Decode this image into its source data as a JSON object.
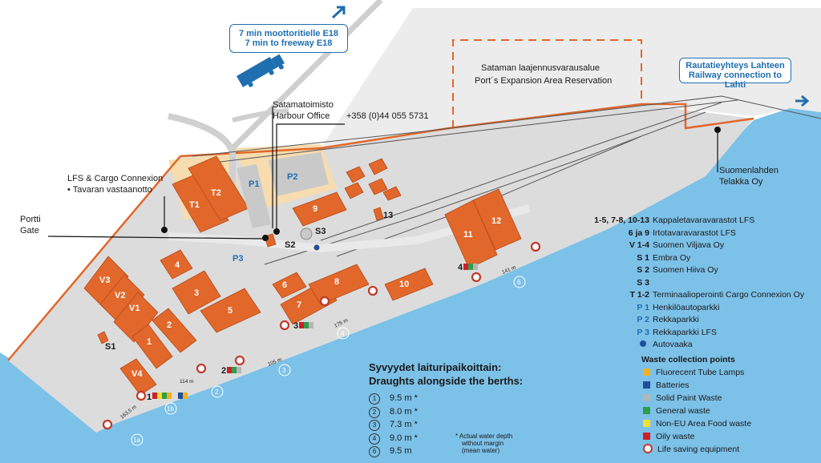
{
  "freeway_box": {
    "line1": "7 min moottoritielle E18",
    "line2": "7 min to freeway E18"
  },
  "railway_box": {
    "line1": "Rautatieyhteys Lahteen",
    "line2": "Railway connection to Lahti"
  },
  "expansion": {
    "line1": "Sataman laajennusvarausalue",
    "line2": "Port´s Expansion Area Reservation"
  },
  "harbour_office": {
    "line1": "Satamatoimisto",
    "line2": "Harbour Office",
    "phone": "+358 (0)44 055 5731"
  },
  "lfs_cargo": {
    "line1": "LFS & Cargo Connexion",
    "line2": "• Tavaran vastaanotto"
  },
  "gate": {
    "line1": "Portti",
    "line2": "Gate"
  },
  "telakka": {
    "line1": "Suomenlahden",
    "line2": "Telakka Oy"
  },
  "buildings": {
    "t1": "T1",
    "t2": "T2",
    "p1": "P1",
    "p2": "P2",
    "p3": "P3",
    "b9": "9",
    "b13": "13",
    "s3": "S3",
    "s2": "S2",
    "b11": "11",
    "b12": "12",
    "b4": "4",
    "v3": "V3",
    "v2": "V2",
    "v1": "V1",
    "b3": "3",
    "b5": "5",
    "b2": "2",
    "b1": "1",
    "s1": "S1",
    "v4": "V4",
    "b6": "6",
    "b7": "7",
    "b8": "8",
    "b10": "10"
  },
  "berths": {
    "b1": "1",
    "b2": "2",
    "b3": "3",
    "b4": "4",
    "c1a": "1a",
    "c1b": "1b",
    "c2": "2",
    "c3": "3",
    "c4": "4",
    "c6": "6",
    "m1": "163,5 m",
    "m2": "114 m",
    "m3": "105 m",
    "m4": "175 m",
    "m6": "141 m"
  },
  "legend": {
    "rows": [
      {
        "key": "1-5, 7-8, 10-13",
        "text": "Kappaletavaravarastot LFS",
        "blue": false
      },
      {
        "key": "6 ja 9",
        "text": "Irtotavaravarastot LFS",
        "blue": false
      },
      {
        "key": "V 1-4",
        "text": "Suomen Viljava Oy",
        "blue": false
      },
      {
        "key": "S 1",
        "text": "Embra Oy",
        "blue": false
      },
      {
        "key": "S 2",
        "text": "Suomen Hiiva Oy",
        "blue": false
      },
      {
        "key": "S 3",
        "text": "",
        "blue": false
      },
      {
        "key": "T 1-2",
        "text": "Terminaalioperointi Cargo Connexion Oy",
        "blue": false
      },
      {
        "key": "P 1",
        "text": "Henkilöautoparkki",
        "blue": true
      },
      {
        "key": "P 2",
        "text": "Rekkaparkki",
        "blue": true
      },
      {
        "key": "P 3",
        "text": "Rekkaparkki LFS",
        "blue": true
      }
    ],
    "scale": "Autovaaka",
    "waste_title": "Waste collection points",
    "waste": [
      {
        "text": "Fluorecent Tube Lamps",
        "color": "#f2b01e"
      },
      {
        "text": "Batteries",
        "color": "#1f4e9c"
      },
      {
        "text": "Solid Paint Waste",
        "color": "#b5b5b5"
      },
      {
        "text": "General waste",
        "color": "#2e9e49"
      },
      {
        "text": "Non-EU Area Food waste",
        "color": "#f5e02a"
      },
      {
        "text": "Oily waste",
        "color": "#d01f26"
      }
    ],
    "life": "Life saving equipment"
  },
  "draughts": {
    "title1": "Syvyydet laituripaikoittain:",
    "title2": "Draughts alongside the berths:",
    "rows": [
      {
        "n": "1",
        "v": "9.5 m *"
      },
      {
        "n": "2",
        "v": "8.0 m *"
      },
      {
        "n": "3",
        "v": "7.3 m *"
      },
      {
        "n": "4",
        "v": "9.0 m *"
      },
      {
        "n": "6",
        "v": "9.5 m"
      }
    ],
    "note1": "* Actual water depth",
    "note2": "without margin",
    "note3": "(mean water)"
  },
  "colors": {
    "water": "#7cc1e8",
    "land": "#dddddd",
    "building": "#e1672b",
    "outline": "#e1672b",
    "blue": "#1f6fb0"
  }
}
